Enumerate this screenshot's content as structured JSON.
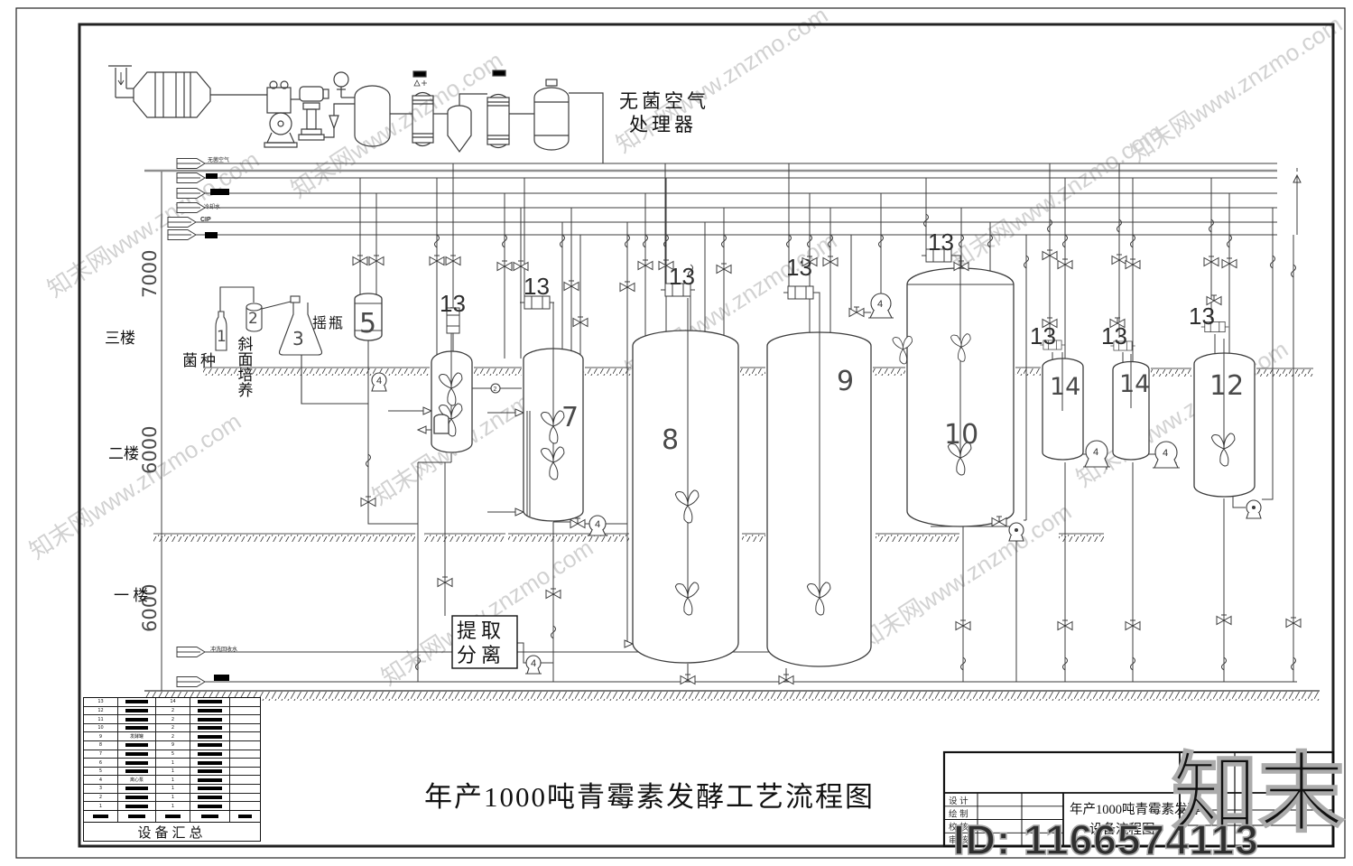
{
  "drawing": {
    "main_title": "年产1000吨青霉素发酵工艺流程图",
    "air_label_line1": "无菌空气",
    "air_label_line2": "处理器"
  },
  "floors": {
    "third": "三楼",
    "second": "二楼",
    "first": "一 楼",
    "dim3": "7000",
    "dim2": "6000",
    "dim1": "6000"
  },
  "seed_train": {
    "n1": "1",
    "n2": "2",
    "n3": "3",
    "label1": "菌种",
    "label2": "斜面培养",
    "label3": "摇瓶"
  },
  "vessels": {
    "n5": "5",
    "n7": "7",
    "n8": "8",
    "n9": "9",
    "n10": "10",
    "n12": "12",
    "n13": "13",
    "n14": "14",
    "pump": "4",
    "inst": "2"
  },
  "extraction": {
    "line1": "提取",
    "line2": "分离"
  },
  "pipelines": {
    "h1": "无菌空气",
    "h4": "冷却水",
    "cip": "CIP",
    "recovery": "冲洗回收水"
  },
  "summary_table": {
    "title": "设备汇总",
    "rows": [
      {
        "no": "13",
        "qty": "14"
      },
      {
        "no": "12",
        "qty": "2"
      },
      {
        "no": "11",
        "qty": "2"
      },
      {
        "no": "10",
        "qty": "2"
      },
      {
        "no": "9",
        "name": "发酵罐",
        "qty": "2"
      },
      {
        "no": "8",
        "qty": "9"
      },
      {
        "no": "7",
        "qty": "5"
      },
      {
        "no": "6",
        "qty": "1"
      },
      {
        "no": "5",
        "qty": "1"
      },
      {
        "no": "4",
        "name": "离心泵",
        "qty": "1"
      },
      {
        "no": "3",
        "qty": "1"
      },
      {
        "no": "2",
        "qty": "1"
      },
      {
        "no": "1",
        "qty": "1"
      }
    ]
  },
  "title_block": {
    "row1": "设 计",
    "row2": "绘 制",
    "row3": "校 核",
    "row4": "审 核",
    "doc_title_line1": "年产1000吨青霉素发酵",
    "doc_title_line2": "设备流程图"
  },
  "watermarks": {
    "diag": "知末网www.znzmo.com",
    "brand": "知末",
    "id_text": "ID: 1166574113"
  }
}
